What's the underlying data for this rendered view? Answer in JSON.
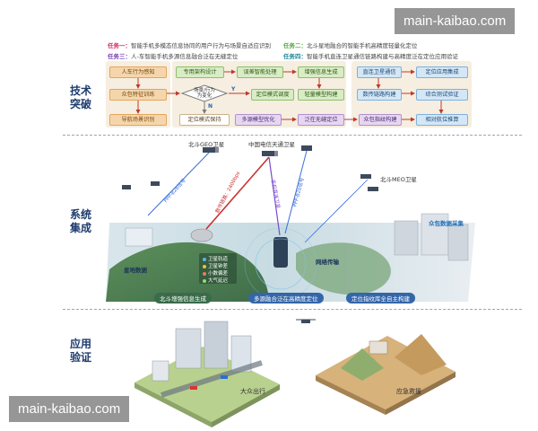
{
  "watermark": "main-kaibao.com",
  "sections": {
    "tech": "技术\n突破",
    "system": "系统\n集成",
    "app": "应用\n验证"
  },
  "tasks": [
    {
      "name": "任务一：",
      "text": "智能手机多模态信息协同的用户行为与场景自适应识别"
    },
    {
      "name": "任务二：",
      "text": "北斗星地融合的智能手机高精度轻量化定位"
    },
    {
      "name": "任务三：",
      "text": "人-车智能手机多源信息融合泛在无缝定位"
    },
    {
      "name": "任务四：",
      "text": "智能手机直连卫星通信链路构建与高精度泛在定位应用验证"
    }
  ],
  "tech_nodes": {
    "t1": [
      "人车行为感知",
      "众包特征训练",
      "导航场景识别"
    ],
    "decision": "场景/行为\n为变化",
    "yes": "Y",
    "no": "N",
    "t2a": [
      "专用架构设计",
      "误差智能处理",
      "增强信息生成"
    ],
    "t2b": [
      "定位模式调度",
      "轻量模型构建"
    ],
    "t2c": "定位模式保持",
    "t3": [
      "多源模型优化",
      "泛在无缝定位",
      "众包指纹构建"
    ],
    "t4": [
      "直连卫星通信",
      "定位应用集成",
      "数传链路构建",
      "综合测试验证",
      "相对航位推算"
    ]
  },
  "system": {
    "sat_geo": "北斗GEO卫星",
    "sat_tiantong": "中国电信天通卫星",
    "sat_meo": "北斗MEO卫星",
    "link_ppp1": "PPP-B2b信号",
    "link_data": "数传链路：2400bps",
    "link_direct": "手机直连卫星",
    "link_ppp2": "PPP-B2b信号",
    "network": "网络传输",
    "crowd": "众包数据采集",
    "ground": "星地数据",
    "legend": [
      "卫星轨道",
      "卫星钟差",
      "小数偏差",
      "大气延迟"
    ],
    "caption_1": "北斗增强信息生成",
    "caption_2": "多源融合泛在高精度定位",
    "caption_3": "定位指纹库全自主构建"
  },
  "apps": {
    "left": "大众出行",
    "right": "应急救援"
  },
  "colors": {
    "orange": "#f5d6ac",
    "green": "#d8ecc5",
    "purple": "#e6d7f1",
    "blue": "#d4e7f6",
    "section_text": "#1e3c6e"
  }
}
